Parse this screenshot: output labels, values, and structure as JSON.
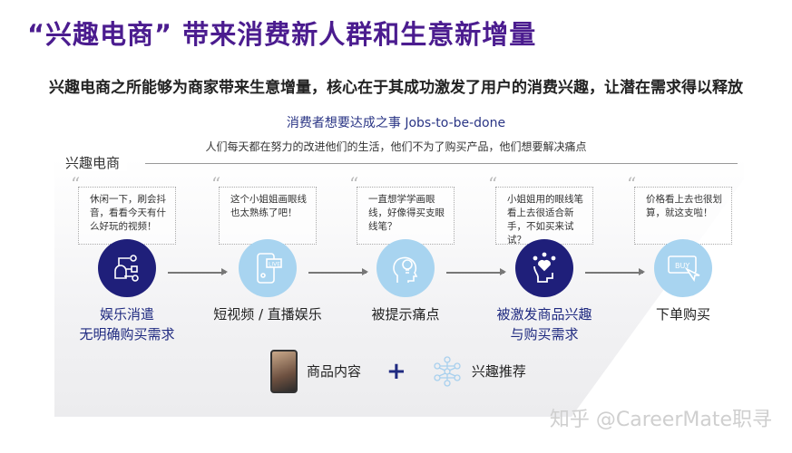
{
  "title": "“兴趣电商” 带来消费新人群和生意新增量",
  "subtitle": "兴趣电商之所能够为商家带来生意增量，核心在于其成功激发了用户的消费兴趣，让潜在需求得以释放",
  "jobs_title": "消费者想要达成之事 Jobs-to-be-done",
  "jobs_note": "人们每天都在努力的改进他们的生活，他们不为了购买产品，他们想要解决痛点",
  "section_label": "兴趣电商",
  "steps": [
    {
      "quote": "休闲一下，刷会抖音，看看今天有什么好玩的视频！",
      "label1": "娱乐消遣",
      "label2": "无明确购买需求",
      "icon": "entertainment-icon",
      "style": "dark"
    },
    {
      "quote": "这个小姐姐画眼线也太熟练了吧！",
      "label1": "短视频 / 直播娱乐",
      "label2": "",
      "icon": "live-phone-icon",
      "style": "light"
    },
    {
      "quote": "一直想学学画眼线，好像得买支眼线笔？",
      "label1": "被提示痛点",
      "label2": "",
      "icon": "head-lightbulb-icon",
      "style": "light"
    },
    {
      "quote": "小姐姐用的眼线笔看上去很适合新手，不如买来试试？",
      "label1": "被激发商品兴趣",
      "label2": "与购买需求",
      "icon": "heart-head-icon",
      "style": "dark"
    },
    {
      "quote": "价格看上去也很划算，就这支啦！",
      "label1": "下单购买",
      "label2": "",
      "icon": "buy-click-icon",
      "style": "light"
    }
  ],
  "live_badge": "LIVE",
  "buy_badge": "BUY",
  "bottom": {
    "content": "商品内容",
    "plus": "+",
    "recommend": "兴趣推荐"
  },
  "watermark": "知乎 @CareerMate职寻",
  "colors": {
    "title": "#4b1c8f",
    "dark_circle": "#1f1f7a",
    "light_circle": "#a8d4f0"
  }
}
